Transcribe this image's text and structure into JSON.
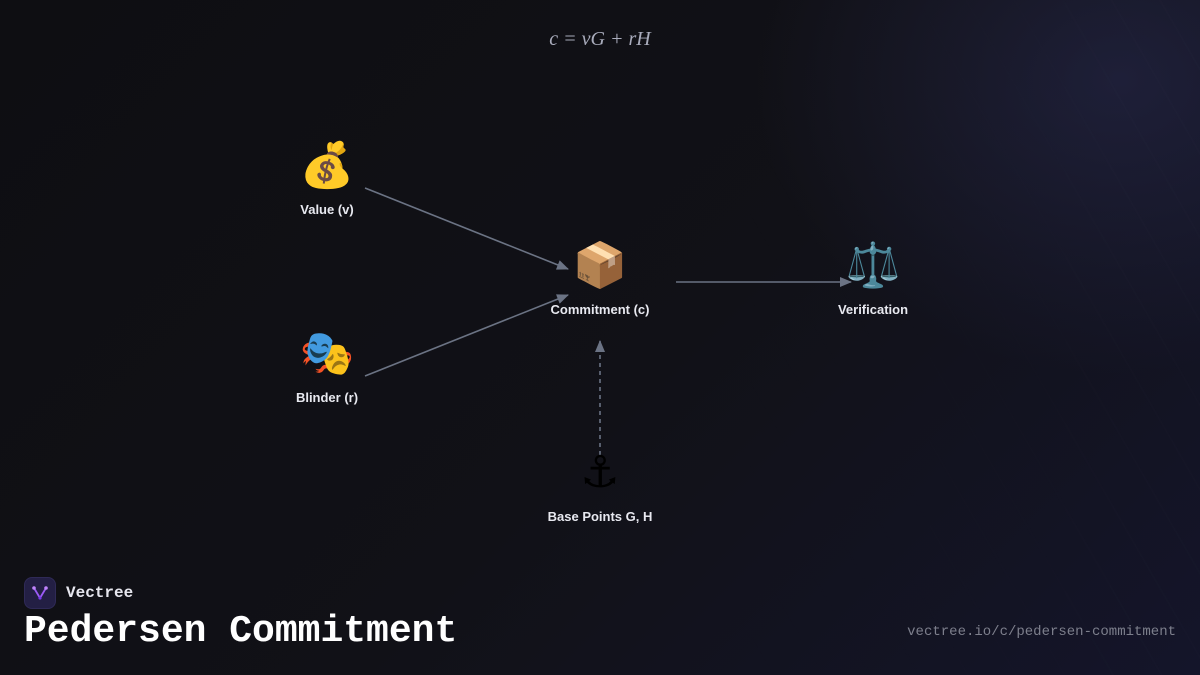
{
  "formula": "c = vG + rH",
  "nodes": {
    "value": {
      "icon": "money-bag-icon",
      "glyph": "💰",
      "label": "Value (v)"
    },
    "blinder": {
      "icon": "performing-arts-masks-icon",
      "glyph": "🎭",
      "label": "Blinder (r)"
    },
    "commitment": {
      "icon": "package-box-icon",
      "glyph": "📦",
      "label": "Commitment (c)"
    },
    "verification": {
      "icon": "balance-scale-icon",
      "glyph": "⚖️",
      "label": "Verification"
    },
    "base_points": {
      "icon": "anchor-icon",
      "glyph": "⚓",
      "label": "Base Points G, H"
    }
  },
  "edges": [
    {
      "from": "value",
      "to": "commitment",
      "style": "solid"
    },
    {
      "from": "blinder",
      "to": "commitment",
      "style": "solid"
    },
    {
      "from": "commitment",
      "to": "verification",
      "style": "solid"
    },
    {
      "from": "base_points",
      "to": "commitment",
      "style": "dashed"
    }
  ],
  "brand": {
    "name": "Vectree",
    "icon": "vectree-logo-icon"
  },
  "footer": {
    "title": "Pedersen Commitment",
    "url": "vectree.io/c/pedersen-commitment"
  },
  "colors": {
    "background": "#0f0f14",
    "edge": "#6b7384",
    "text": "#e8e9f0",
    "logo_accent": "#9b5cf6"
  }
}
